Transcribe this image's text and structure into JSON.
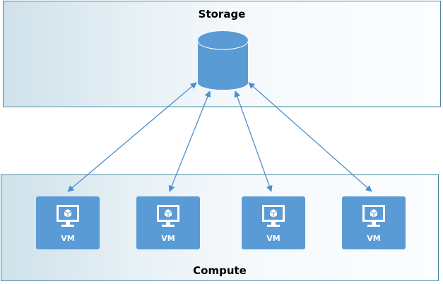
{
  "storage": {
    "title": "Storage",
    "icon": "database-cylinder-icon"
  },
  "compute": {
    "title": "Compute",
    "vms": [
      {
        "label": "VM",
        "icon": "virtual-machine-monitor-icon"
      },
      {
        "label": "VM",
        "icon": "virtual-machine-monitor-icon"
      },
      {
        "label": "VM",
        "icon": "virtual-machine-monitor-icon"
      },
      {
        "label": "VM",
        "icon": "virtual-machine-monitor-icon"
      }
    ]
  },
  "connections": [
    {
      "from": "storage",
      "to": "vm-1",
      "direction": "bidirectional"
    },
    {
      "from": "storage",
      "to": "vm-2",
      "direction": "bidirectional"
    },
    {
      "from": "storage",
      "to": "vm-3",
      "direction": "bidirectional"
    },
    {
      "from": "storage",
      "to": "vm-4",
      "direction": "bidirectional"
    }
  ],
  "colors": {
    "accent": "#5b9bd5",
    "zone_border": "#4e86a4",
    "zone_gradient_start": "#cfe1ea",
    "zone_gradient_end": "#fbfdfe",
    "text": "#000000",
    "icon_fg": "#ffffff"
  }
}
